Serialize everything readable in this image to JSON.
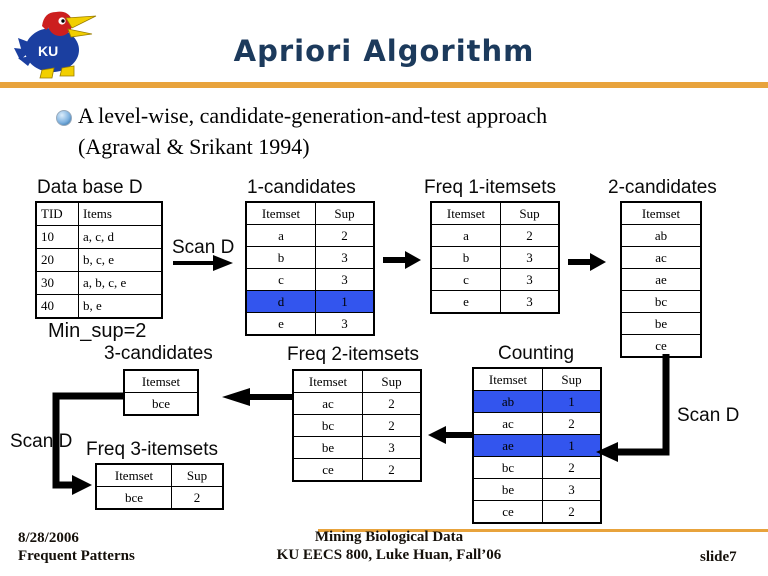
{
  "header": {
    "title": "Apriori Algorithm",
    "logo_text": "KU"
  },
  "bullet": {
    "line1": "A level-wise, candidate-generation-and-test approach",
    "line2": "(Agrawal & Srikant 1994)"
  },
  "labels": {
    "min_sup": "Min_sup=2",
    "scan_d_top": "Scan D",
    "scan_d_right": "Scan D",
    "scan_d_bottom": "Scan D"
  },
  "tables": {
    "database": {
      "title": "Data base D",
      "headers": [
        "TID",
        "Items"
      ],
      "rows": [
        [
          "10",
          "a, c, d"
        ],
        [
          "20",
          "b, c, e"
        ],
        [
          "30",
          "a, b, c, e"
        ],
        [
          "40",
          "b, e"
        ]
      ]
    },
    "candidates1": {
      "title": "1-candidates",
      "headers": [
        "Itemset",
        "Sup"
      ],
      "rows": [
        [
          "a",
          "2"
        ],
        [
          "b",
          "3"
        ],
        [
          "c",
          "3"
        ],
        [
          "d",
          "1"
        ],
        [
          "e",
          "3"
        ]
      ],
      "highlighted_rows": [
        3
      ]
    },
    "freq1": {
      "title": "Freq 1-itemsets",
      "headers": [
        "Itemset",
        "Sup"
      ],
      "rows": [
        [
          "a",
          "2"
        ],
        [
          "b",
          "3"
        ],
        [
          "c",
          "3"
        ],
        [
          "e",
          "3"
        ]
      ]
    },
    "candidates2": {
      "title": "2-candidates",
      "headers": [
        "Itemset"
      ],
      "rows": [
        [
          "ab"
        ],
        [
          "ac"
        ],
        [
          "ae"
        ],
        [
          "bc"
        ],
        [
          "be"
        ],
        [
          "ce"
        ]
      ]
    },
    "candidates3": {
      "title": "3-candidates",
      "headers": [
        "Itemset"
      ],
      "rows": [
        [
          "bce"
        ]
      ]
    },
    "freq2": {
      "title": "Freq 2-itemsets",
      "headers": [
        "Itemset",
        "Sup"
      ],
      "rows": [
        [
          "ac",
          "2"
        ],
        [
          "bc",
          "2"
        ],
        [
          "be",
          "3"
        ],
        [
          "ce",
          "2"
        ]
      ]
    },
    "counting": {
      "title": "Counting",
      "headers": [
        "Itemset",
        "Sup"
      ],
      "rows": [
        [
          "ab",
          "1"
        ],
        [
          "ac",
          "2"
        ],
        [
          "ae",
          "1"
        ],
        [
          "bc",
          "2"
        ],
        [
          "be",
          "3"
        ],
        [
          "ce",
          "2"
        ]
      ],
      "highlighted_rows": [
        0,
        2
      ]
    },
    "freq3": {
      "title": "Freq 3-itemsets",
      "headers": [
        "Itemset",
        "Sup"
      ],
      "rows": [
        [
          "bce",
          "2"
        ]
      ]
    }
  },
  "footer": {
    "date": "8/28/2006",
    "left_title": "Frequent Patterns",
    "center_line1": "Mining Biological Data",
    "center_line2": "KU EECS 800, Luke Huan, Fall’06",
    "slide_number": "slide7"
  },
  "colors": {
    "title_navy": "#1c3a5c",
    "accent_orange": "#E8A33C",
    "highlight_blue": "#3355EE"
  }
}
